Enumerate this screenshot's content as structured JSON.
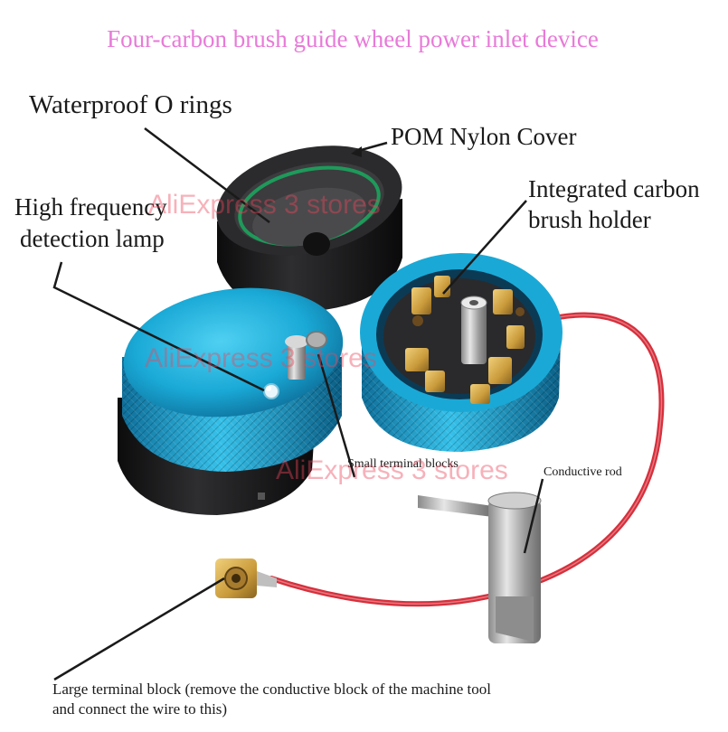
{
  "title": "Four-carbon brush guide wheel power inlet device",
  "labels": {
    "o_rings": "Waterproof O rings",
    "cover": "POM Nylon Cover",
    "holder_line1": "Integrated carbon",
    "holder_line2": "brush holder",
    "lamp_line1": "High frequency",
    "lamp_line2": "detection lamp",
    "small_blocks": "Small terminal blocks",
    "rod": "Conductive rod",
    "large_line1": "Large terminal block (remove the conductive block of the machine tool",
    "large_line2": " and connect the wire to this)"
  },
  "watermark": "AliExpress 3 stores",
  "colors": {
    "title": "#e87ad8",
    "anodized_blue": "#1aa9d6",
    "cable_red": "#d6303c",
    "brass": "#c99a3a",
    "black_body": "#1d1d1f",
    "green_oring": "#1e9a5a"
  }
}
